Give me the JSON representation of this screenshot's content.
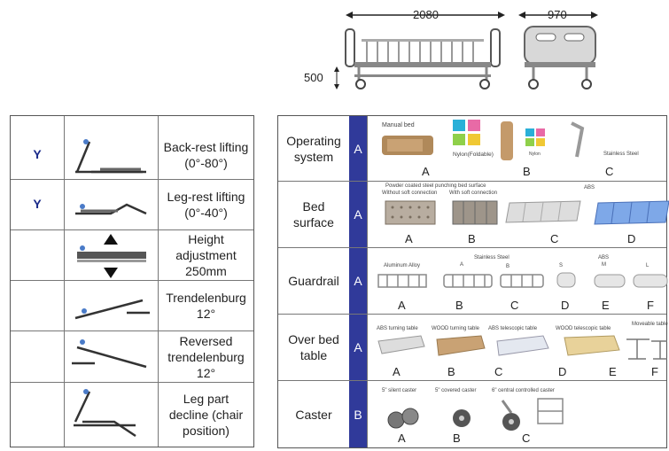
{
  "dimensions": {
    "length": "2080",
    "width": "970",
    "height": "500"
  },
  "functions": [
    {
      "mark": "Y",
      "label": "Back-rest lifting (0°-80°)",
      "lines": [
        "Back-rest lifting",
        "(0°-80°)"
      ]
    },
    {
      "mark": "Y",
      "label": "Leg-rest lifting (0°-40°)",
      "lines": [
        "Leg-rest lifting",
        "(0°-40°)"
      ]
    },
    {
      "mark": "",
      "label": "Height adjustment 250mm",
      "lines": [
        "Height",
        "adjustment",
        "250mm"
      ]
    },
    {
      "mark": "",
      "label": "Trendelenburg 12°",
      "lines": [
        "Trendelenburg",
        "12°"
      ]
    },
    {
      "mark": "",
      "label": "Reversed trendelenburg 12°",
      "lines": [
        "Reversed",
        "trendelenburg",
        "12°"
      ]
    },
    {
      "mark": "",
      "label": "Leg part decline (chair position)",
      "lines": [
        "Leg part",
        "decline (chair",
        "position)"
      ]
    }
  ],
  "options": {
    "operating": {
      "label_l1": "Operating",
      "label_l2": "system",
      "letter": "A",
      "caption_manual": "Manual bed",
      "caption_nylon": "Nylon(Foldable)",
      "caption_nylon2": "Nylon",
      "caption_steel": "Stainless Steel",
      "opt_a": "A",
      "opt_b": "B",
      "opt_c": "C"
    },
    "surface": {
      "label_l1": "Bed",
      "label_l2": "surface",
      "letter": "A",
      "caption_top": "Powder coated steel punching bed surface",
      "caption_without": "Without soft connection",
      "caption_with": "With soft connection",
      "caption_abs": "ABS",
      "opt_a": "A",
      "opt_b": "B",
      "opt_c": "C",
      "opt_d": "D"
    },
    "guardrail": {
      "label": "Guardrail",
      "letter": "A",
      "caption_alu": "Aluminum Alloy",
      "caption_ss": "Stainless Steel",
      "caption_abs": "ABS",
      "cap_a": "A",
      "cap_b": "B",
      "cap_s": "S",
      "cap_m": "M",
      "cap_l": "L",
      "opt_a": "A",
      "opt_b": "B",
      "opt_c": "C",
      "opt_d": "D",
      "opt_e": "E",
      "opt_f": "F"
    },
    "overbed": {
      "label_l1": "Over bed",
      "label_l2": "table",
      "letter": "A",
      "cap_abs_turn": "ABS turning table",
      "cap_wood_turn": "WOOD turning table",
      "cap_abs_tele": "ABS telescopic table",
      "cap_wood_tele": "WOOD telescopic table",
      "cap_move": "Moveable table",
      "opt_a": "A",
      "opt_b": "B",
      "opt_c": "C",
      "opt_d": "D",
      "opt_e": "E",
      "opt_f": "F"
    },
    "caster": {
      "label": "Caster",
      "letter": "B",
      "cap_silent": "5\" silent caster",
      "cap_covered": "5\" covered caster",
      "cap_central": "6\" central controlled caster",
      "opt_a": "A",
      "opt_b": "B",
      "opt_c": "C"
    }
  }
}
